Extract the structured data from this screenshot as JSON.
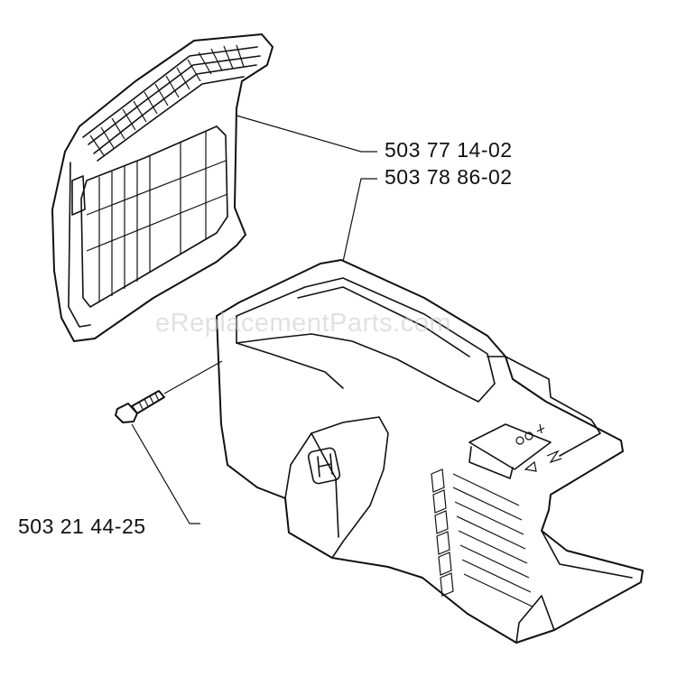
{
  "labels": {
    "part_1": "503 77 14-02",
    "part_2": "503 78 86-02",
    "part_3": "503 21 44-25"
  },
  "watermark": "eReplacementParts.com",
  "colors": {
    "line": "#111111",
    "background": "#ffffff",
    "watermark": "#c8c8c8"
  }
}
